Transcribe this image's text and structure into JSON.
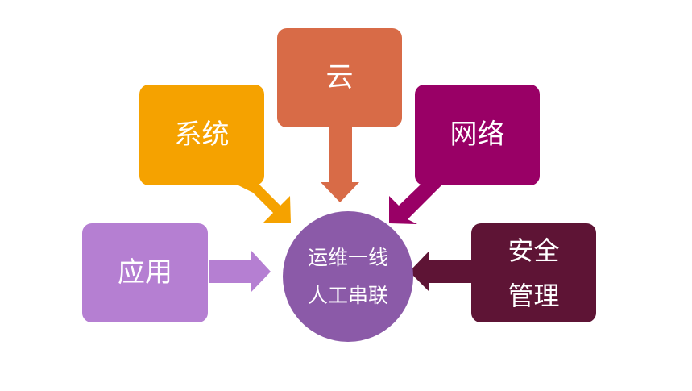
{
  "diagram": {
    "hub": {
      "lines": [
        "运维一线",
        "人工串联"
      ],
      "color": "#8B5AA8"
    },
    "nodes": [
      {
        "id": "system",
        "lines": [
          "系统"
        ],
        "color": "#F5A200"
      },
      {
        "id": "cloud",
        "lines": [
          "云"
        ],
        "color": "#D86B47"
      },
      {
        "id": "network",
        "lines": [
          "网络"
        ],
        "color": "#990066"
      },
      {
        "id": "application",
        "lines": [
          "应用"
        ],
        "color": "#B57FD2"
      },
      {
        "id": "security",
        "lines": [
          "安全",
          "管理"
        ],
        "color": "#5E1435"
      }
    ]
  }
}
